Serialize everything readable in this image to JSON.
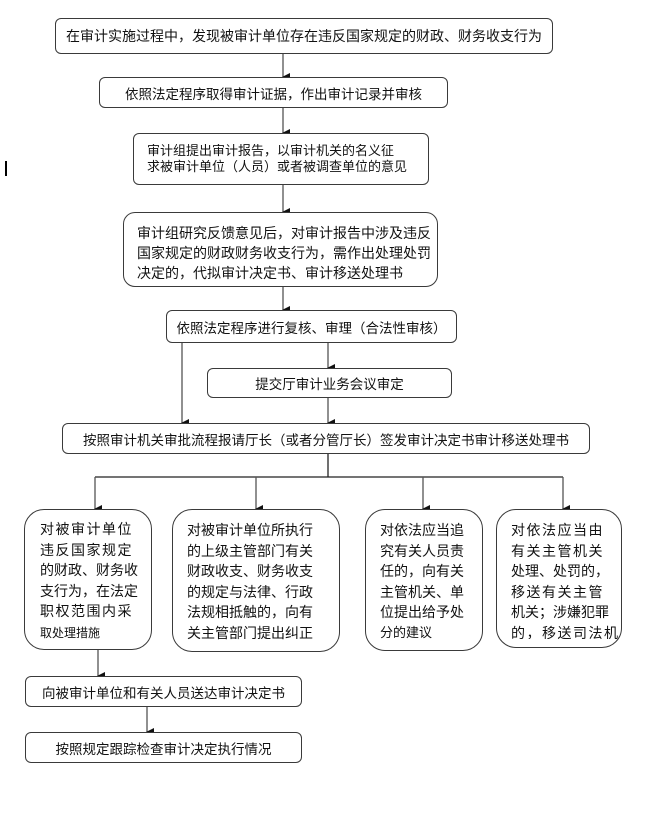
{
  "flowchart": {
    "discover": "在审计实施过程中，发现被审计单位存在违反国家规定的财政、财务收支行为",
    "evidence": "依照法定程序取得审计证据，作出审计记录并审核",
    "report": {
      "lines": [
        "审计组提出审计报告，以审计机关的名义征",
        "求被审计单位（人员）或者被调查单位的意见"
      ]
    },
    "feedback": {
      "lines": [
        "审计组研究反馈意见后，对审计报告中涉及违反",
        "国家规定的财政财务收支行为，需作出处理处罚",
        "决定的，代拟审计决定书、审计移送处理书"
      ]
    },
    "review": "依照法定程序进行复核、审理（合法性审核）",
    "meeting": "提交厅审计业务会议审定",
    "approve": "按照审计机关审批流程报请厅长（或者分管厅长）签发审计决定书审计移送处理书",
    "branches": [
      {
        "lines": [
          "对被审计单位",
          "违反国家规定",
          "的财政、财务收",
          "支行为，在法定",
          "职权范围内采",
          "取处理措施"
        ]
      },
      {
        "lines": [
          "对被审计单位所执行",
          "的上级主管部门有关",
          "财政收支、财务收支",
          "的规定与法律、行政",
          "法规相抵触的，向有",
          "关主管部门提出纠正"
        ]
      },
      {
        "lines": [
          "对依法应当追",
          "究有关人员责",
          "任的，向有关",
          "主管机关、单",
          "位提出给予处",
          "分的建议"
        ]
      },
      {
        "lines": [
          "对依法应当由",
          "有关主管机关",
          "处理、处罚的，",
          "移送有关主管",
          "机关；涉嫌犯罪",
          "的，移送司法机"
        ]
      }
    ],
    "deliver": "向被审计单位和有关人员送达审计决定书",
    "followup": "按照规定跟踪检查审计决定执行情况"
  }
}
